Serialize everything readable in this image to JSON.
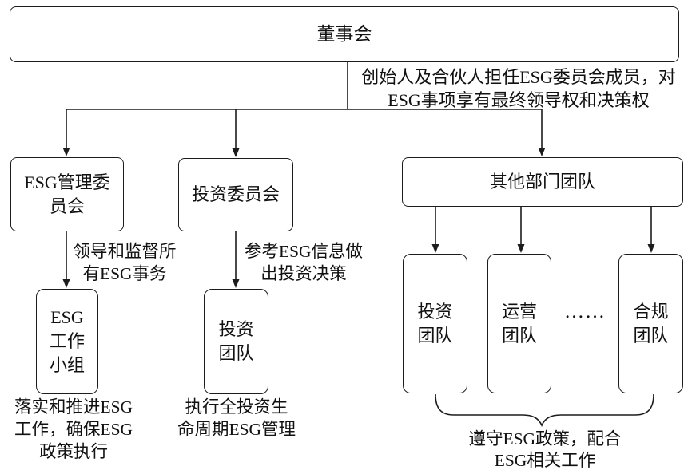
{
  "boxes": {
    "board": {
      "label": "董事会"
    },
    "esg_mgmt_committee": {
      "lines": [
        "ESG管理委",
        "员会"
      ]
    },
    "investment_committee": {
      "label": "投资委员会"
    },
    "other_departments": {
      "label": "其他部门团队"
    },
    "esg_working_group": {
      "lines": [
        "ESG",
        "工作",
        "小组"
      ]
    },
    "investment_team_mid": {
      "lines": [
        "投资",
        "团队"
      ]
    },
    "investment_team": {
      "lines": [
        "投资",
        "团队"
      ]
    },
    "operations_team": {
      "lines": [
        "运营",
        "团队"
      ]
    },
    "compliance_team": {
      "lines": [
        "合规",
        "团队"
      ]
    }
  },
  "annotations": {
    "board_note": {
      "lines": [
        "创始人及合伙人担任ESG委员会成员，对",
        "ESG事项享有最终领导权和决策权"
      ]
    },
    "esg_mgmt_note": {
      "lines": [
        "领导和监督所",
        "有ESG事务"
      ]
    },
    "investment_note": {
      "lines": [
        "参考ESG信息做",
        "出投资决策"
      ]
    },
    "working_group_note": {
      "lines": [
        "落实和推进ESG",
        "工作，确保ESG",
        "政策执行"
      ]
    },
    "investment_team_note": {
      "lines": [
        "执行全投资生",
        "命周期ESG管理"
      ]
    },
    "brace_note": {
      "lines": [
        "遵守ESG政策，配合",
        "ESG相关工作"
      ]
    }
  },
  "ellipsis": "……",
  "colors": {
    "line": "#1c1c1c",
    "text": "#111111",
    "background": "#ffffff",
    "box_border": "#1c1c1c"
  }
}
